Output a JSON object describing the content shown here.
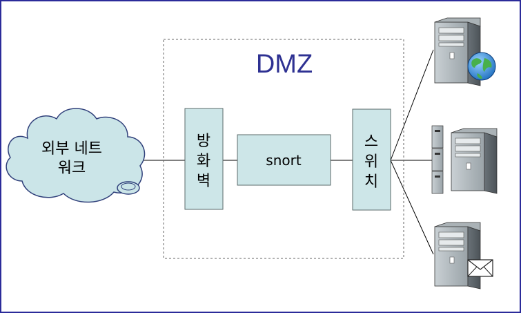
{
  "diagram": {
    "zone_title": "DMZ",
    "cloud_label_line1": "외부 네트",
    "cloud_label_line2": "워크",
    "firewall_label": [
      "방",
      "화",
      "벽"
    ],
    "ids_label": "snort",
    "switch_label": [
      "스",
      "위",
      "치"
    ],
    "servers": [
      {
        "icon": "globe-icon",
        "type": "web-server"
      },
      {
        "icon": "server-stack-icon",
        "type": "file-server"
      },
      {
        "icon": "envelope-icon",
        "type": "mail-server"
      }
    ],
    "colors": {
      "border": "#2B2B9A",
      "zone_title": "#2E3192",
      "node_fill": "#CDE6E8",
      "node_stroke": "#5A6A6A",
      "cloud_fill": "#CBE5E8",
      "cloud_stroke": "#2F3F7A"
    }
  }
}
